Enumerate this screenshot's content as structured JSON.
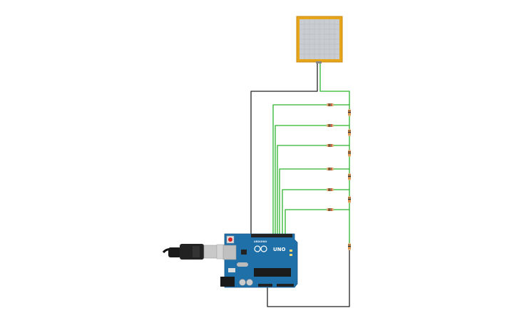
{
  "board": {
    "model": "UNO",
    "brand": "ARDUINO"
  },
  "colors": {
    "wire_green": "#2db52d",
    "wire_black": "#222222",
    "board_blue": "#1f6fa8",
    "sensor_frame": "#e7a51a",
    "sensor_pad": "#c9ccd0",
    "resistor_body": "#d8b07a"
  },
  "components": {
    "resistor_count": 12,
    "sensor": "pressure-sensor-pad",
    "cable": "usb-cable"
  }
}
